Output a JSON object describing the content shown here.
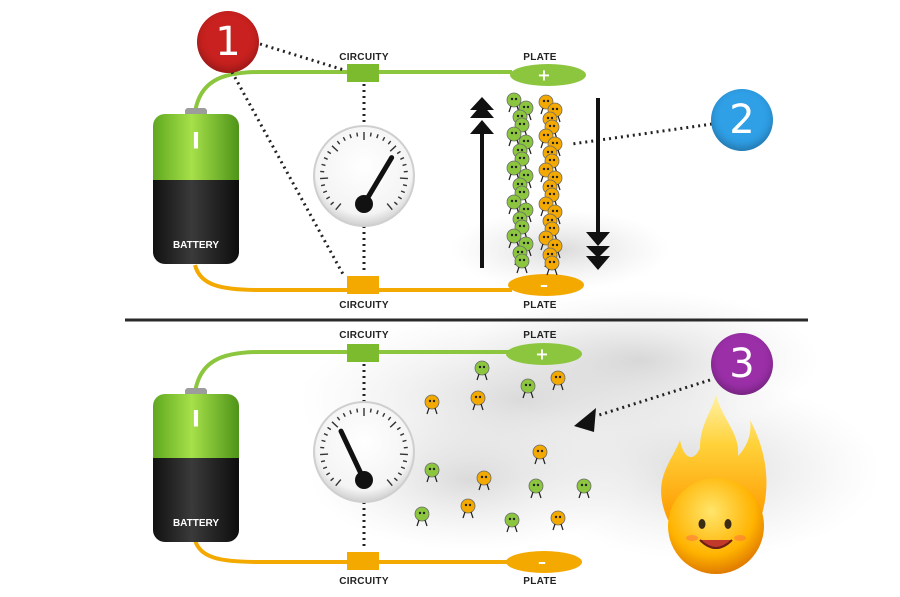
{
  "labels": {
    "circuity": "CIRCUITY",
    "plate": "PLATE",
    "battery": "BATTERY",
    "battery_mark": "I",
    "plus": "+",
    "minus": "–"
  },
  "callouts": [
    "1",
    "2",
    "3"
  ],
  "colors": {
    "green_wire": "#8cc63f",
    "orange_wire": "#f4a900",
    "callout_1": "#c8211f",
    "callout_2": "#2f9fe6",
    "callout_3": "#9b2fa8",
    "divider": "#2a2a2a"
  },
  "gauge": {
    "top_reading": 0.72,
    "bottom_reading": 0.32
  },
  "icons": [
    "battery-icon",
    "gauge-icon",
    "electron-icon",
    "flame-icon",
    "arrow-icon"
  ]
}
